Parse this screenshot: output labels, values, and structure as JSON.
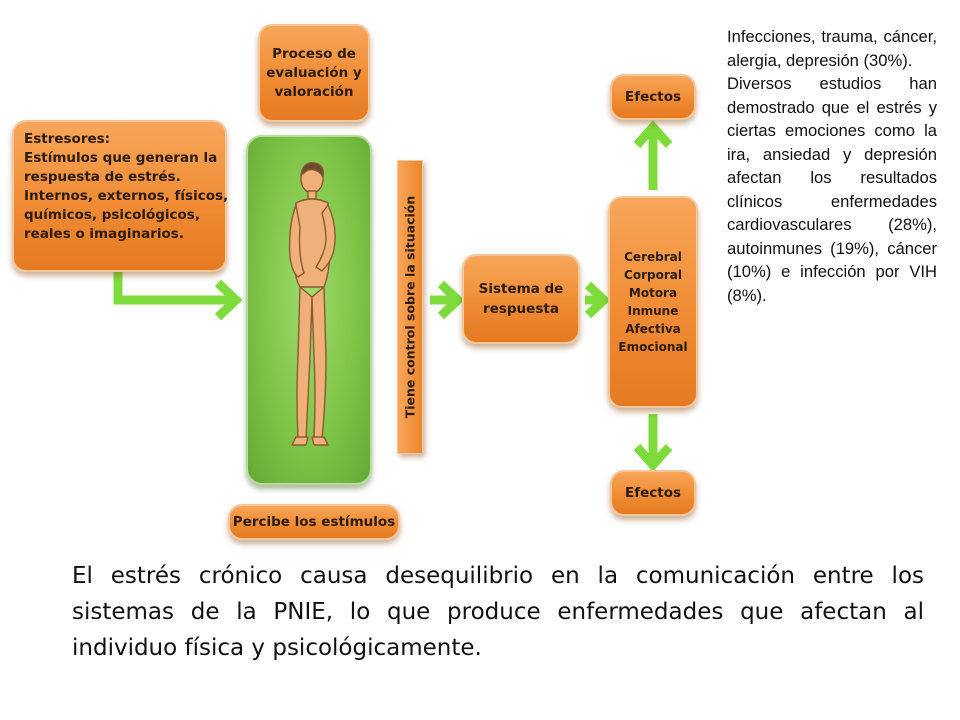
{
  "diagram": {
    "stressors": {
      "lines": [
        "Estresores:",
        "Estímulos que generan la",
        "respuesta de estrés.",
        "Internos, externos, físicos,",
        "químicos, psicológicos,",
        "reales o imaginarios."
      ]
    },
    "evaluation_box": {
      "lines": [
        "Proceso de",
        "evaluación y",
        "valoración"
      ]
    },
    "perceive_box": {
      "label": "Percibe  los estímulos"
    },
    "control_bar": {
      "label": "Tiene control sobre la situación"
    },
    "response_system": {
      "lines": [
        "Sistema de",
        "respuesta"
      ]
    },
    "response_types": [
      "Cerebral",
      "Corporal",
      "Motora",
      "Inmune",
      "Afectiva",
      "Emocional"
    ],
    "effects_top": {
      "label": "Efectos"
    },
    "effects_bottom": {
      "label": "Efectos"
    },
    "colors": {
      "box_orange": "#f08c34",
      "panel_green": "#7fc548",
      "arrow_green": "#7ddc3c",
      "body_skin": "#f0b07a"
    },
    "icons": {
      "figure": "human-figure-icon"
    }
  },
  "side_text": {
    "paragraph1": "Infecciones, trauma, cáncer, alergia, depresión (30%).",
    "paragraph2": "Diversos estudios han demostrado que el estrés y ciertas emociones como la ira, ansiedad y depresión afectan los resultados clínicos enfermedades cardiovasculares (28%), autoinmunes (19%), cáncer (10%) e infección por VIH (8%)."
  },
  "footer": {
    "text": "El estrés crónico causa desequilibrio en la comunicación entre los sistemas de la PNIE, lo que produce enfermedades que afectan al individuo física y psicológicamente."
  }
}
